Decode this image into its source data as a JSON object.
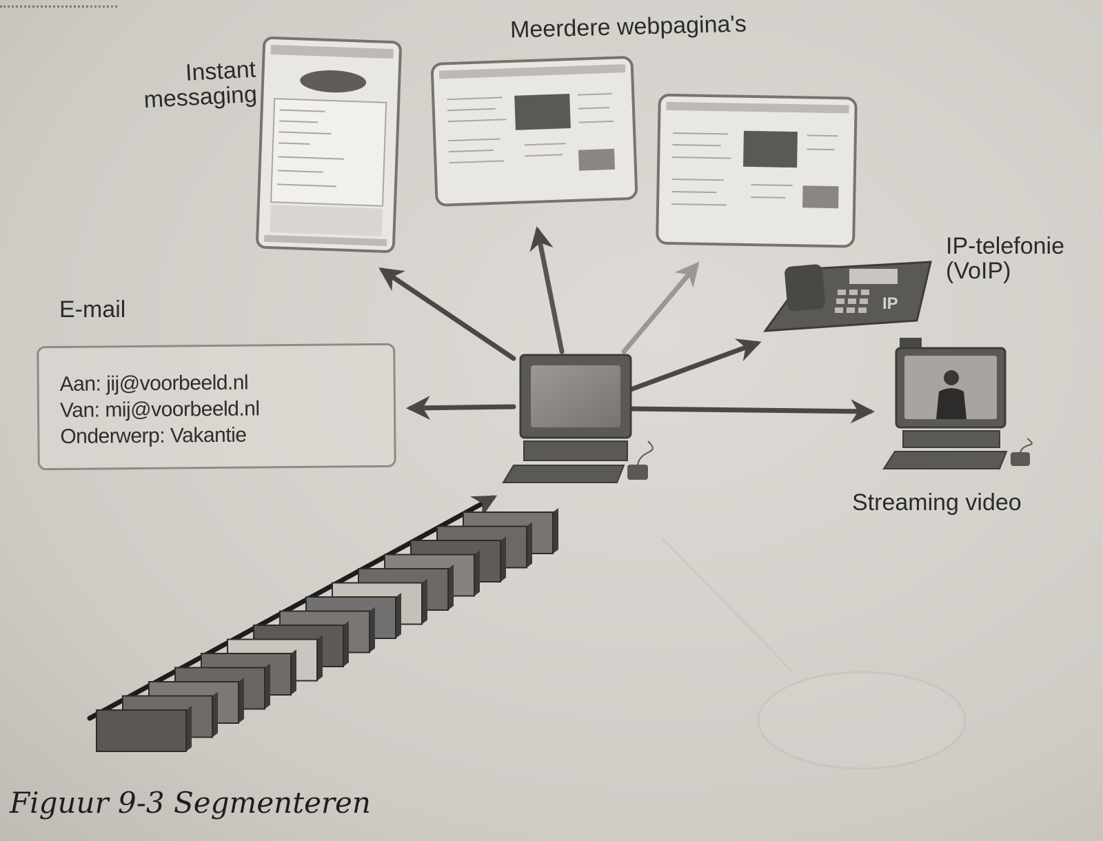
{
  "labels": {
    "instant_messaging_line1": "Instant",
    "instant_messaging_line2": "messaging",
    "multiple_webpages": "Meerdere webpagina's",
    "email": "E-mail",
    "ip_telephony_line1": "IP-telefonie",
    "ip_telephony_line2": "(VoIP)",
    "ip_badge": "IP",
    "streaming_video": "Streaming video"
  },
  "email": {
    "to": "Aan: jij@voorbeeld.nl",
    "from": "Van: mij@voorbeeld.nl",
    "subject": "Onderwerp: Vakantie"
  },
  "caption": "Figuur 9-3  Segmenteren",
  "segments": {
    "shades": [
      "#5a5754",
      "#6e6b67",
      "#7c7975",
      "#6a6763",
      "#6f6c68",
      "#c9c6c0",
      "#5c5956",
      "#7a7773",
      "#727070",
      "#c4c1bb",
      "#6d6a66",
      "#858280",
      "#5f5c59",
      "#6b6865",
      "#777472"
    ]
  },
  "colors": {
    "arrow": "#4a4845",
    "arrow_light": "#9a9893",
    "device": "#5b5956",
    "screen": "#8a8783"
  }
}
